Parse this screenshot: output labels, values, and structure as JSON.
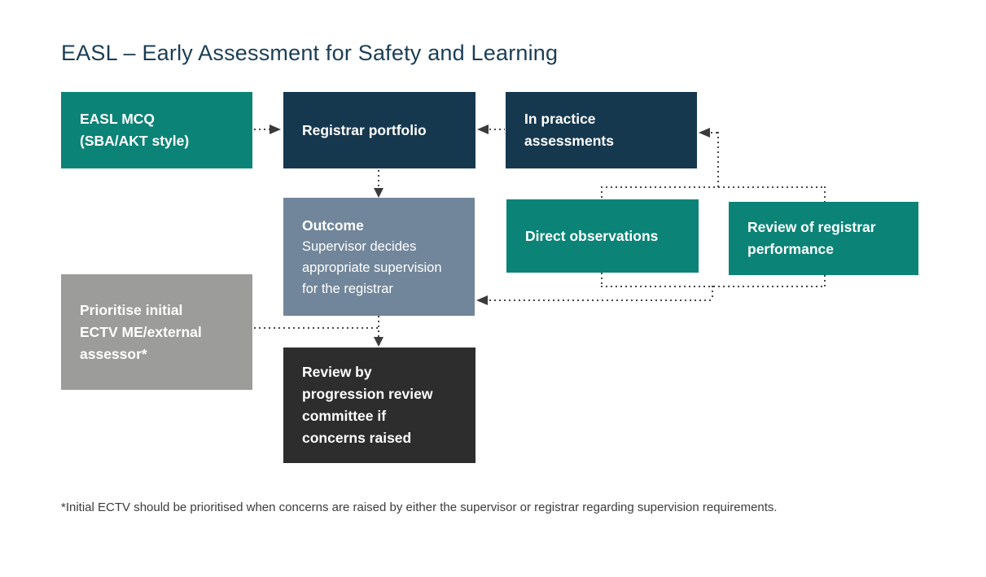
{
  "title": "EASL – Early Assessment for Safety and Learning",
  "boxes": {
    "easl_mcq": {
      "label": "EASL MCQ\n(SBA/AKT style)",
      "color": "#0b8376"
    },
    "registrar_portfolio": {
      "label": "Registrar portfolio",
      "color": "#16384e"
    },
    "in_practice": {
      "label": "In practice\nassessments",
      "color": "#16384e"
    },
    "outcome": {
      "heading": "Outcome",
      "body": "Supervisor decides\nappropriate supervision\nfor the registrar",
      "color": "#71869a"
    },
    "direct_observations": {
      "label": "Direct observations",
      "color": "#0b8376"
    },
    "review_performance": {
      "label": "Review of registrar\nperformance",
      "color": "#0b8376"
    },
    "prioritise_ectv": {
      "label": "Prioritise initial\nECTV ME/external\nassessor*",
      "color": "#9c9c9a"
    },
    "progression_review": {
      "label": "Review by\nprogression review\ncommittee if\nconcerns raised",
      "color": "#2d2d2d"
    }
  },
  "footnote": "*Initial ECTV should be prioritised when concerns are raised by either the supervisor or registrar regarding supervision requirements.",
  "colors": {
    "teal": "#0b8376",
    "navy": "#16384e",
    "slate": "#71869a",
    "gray": "#9c9c9a",
    "charcoal": "#2d2d2d",
    "title_text": "#1b3e55",
    "connector": "#474747"
  }
}
